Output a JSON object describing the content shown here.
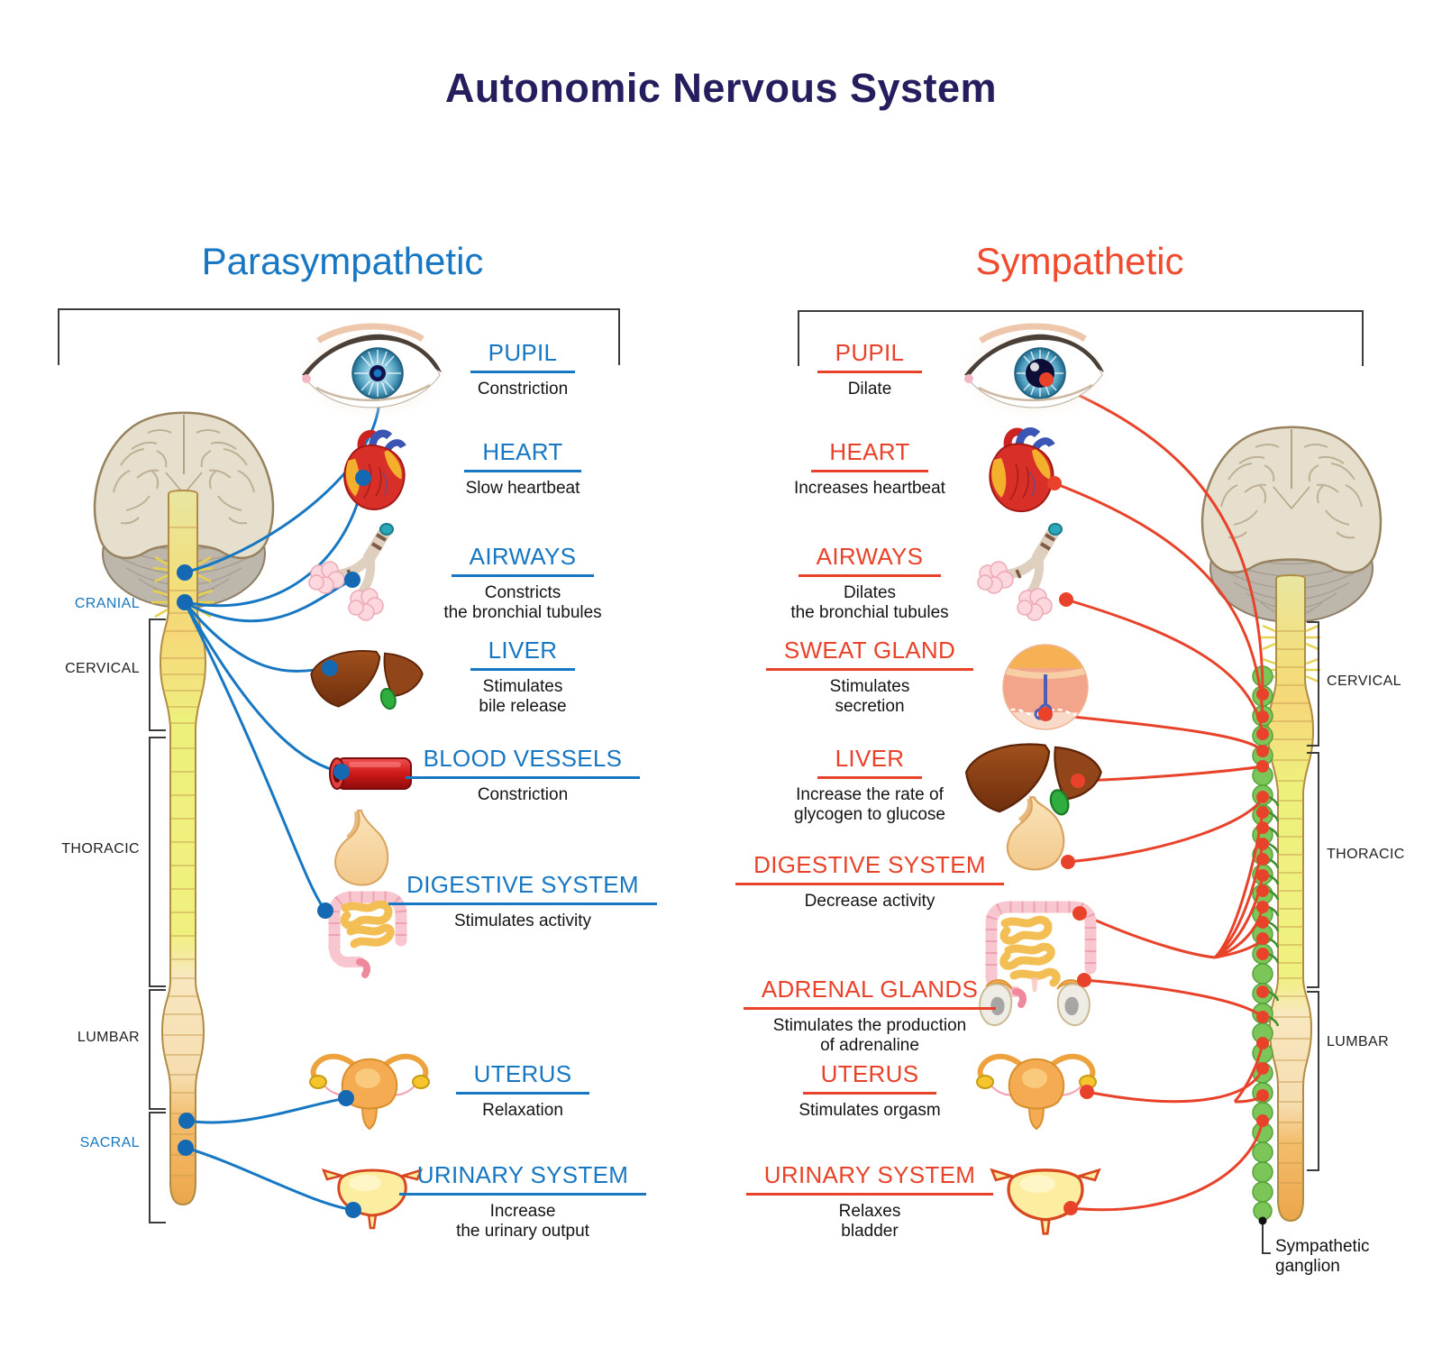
{
  "title": "Autonomic Nervous System",
  "colors": {
    "title_navy": "#241e5f",
    "parasympathetic_blue": "#1777c2",
    "sympathetic_red": "#ee4428",
    "ganglion_chain_green": "#7cc558",
    "spinal_cord_yellow": "#f0f07e"
  },
  "para": {
    "heading": "Parasympathetic",
    "items": [
      {
        "name": "PUPIL",
        "effect": "Constriction",
        "icon": "eye"
      },
      {
        "name": "HEART",
        "effect": "Slow heartbeat",
        "icon": "heart"
      },
      {
        "name": "AIRWAYS",
        "effect": "Constricts\nthe bronchial tubules",
        "icon": "airways"
      },
      {
        "name": "LIVER",
        "effect": "Stimulates\nbile release",
        "icon": "liver"
      },
      {
        "name": "BLOOD VESSELS",
        "effect": "Constriction",
        "icon": "blood-vessel"
      },
      {
        "name": "DIGESTIVE SYSTEM",
        "effect": "Stimulates activity",
        "icon": "digestive"
      },
      {
        "name": "UTERUS",
        "effect": "Relaxation",
        "icon": "uterus"
      },
      {
        "name": "URINARY SYSTEM",
        "effect": "Increase\nthe urinary output",
        "icon": "bladder"
      }
    ],
    "regions": [
      "CRANIAL",
      "CERVICAL",
      "THORACIC",
      "LUMBAR",
      "SACRAL"
    ]
  },
  "symp": {
    "heading": "Sympathetic",
    "items": [
      {
        "name": "PUPIL",
        "effect": "Dilate",
        "icon": "eye"
      },
      {
        "name": "HEART",
        "effect": "Increases heartbeat",
        "icon": "heart"
      },
      {
        "name": "AIRWAYS",
        "effect": "Dilates\nthe bronchial tubules",
        "icon": "airways"
      },
      {
        "name": "SWEAT GLAND",
        "effect": "Stimulates\nsecretion",
        "icon": "sweat-gland"
      },
      {
        "name": "LIVER",
        "effect": "Increase the rate of\nglycogen to glucose",
        "icon": "liver"
      },
      {
        "name": "DIGESTIVE SYSTEM",
        "effect": "Decrease activity",
        "icon": "digestive"
      },
      {
        "name": "ADRENAL GLANDS",
        "effect": "Stimulates the production\nof adrenaline",
        "icon": "adrenal-glands"
      },
      {
        "name": "UTERUS",
        "effect": "Stimulates orgasm",
        "icon": "uterus"
      },
      {
        "name": "URINARY SYSTEM",
        "effect": "Relaxes\nbladder",
        "icon": "bladder"
      }
    ],
    "regions": [
      "CERVICAL",
      "THORACIC",
      "LUMBAR"
    ],
    "ganglion": "Sympathetic\nganglion"
  }
}
